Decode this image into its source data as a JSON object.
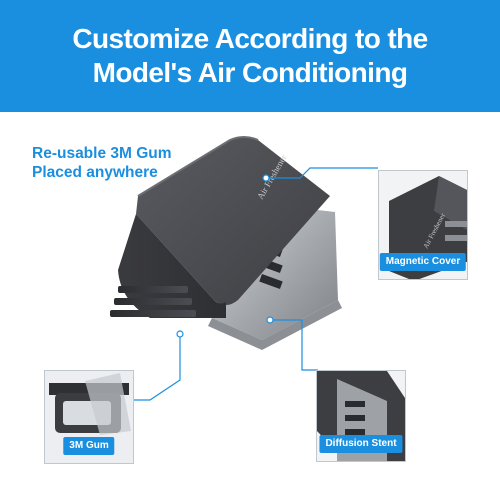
{
  "banner": {
    "line1": "Customize According to the",
    "line2": "Model's Air Conditioning",
    "color": "#1a8fe0"
  },
  "callouts": {
    "gum_line1": "Re-usable 3M Gum",
    "gum_line2": "Placed anywhere"
  },
  "product": {
    "brand_text": "Air Freshener"
  },
  "details": [
    {
      "label": "Magnetic Cover",
      "icon": "magnetic-cover-closeup"
    },
    {
      "label": "3M Gum",
      "icon": "gum-closeup"
    },
    {
      "label": "Diffusion Stent",
      "icon": "diffusion-stent-closeup"
    }
  ],
  "colors": {
    "accent": "#1a8fe0",
    "product_dark": "#4a4b4f",
    "product_silver": "#b8bcc0"
  }
}
